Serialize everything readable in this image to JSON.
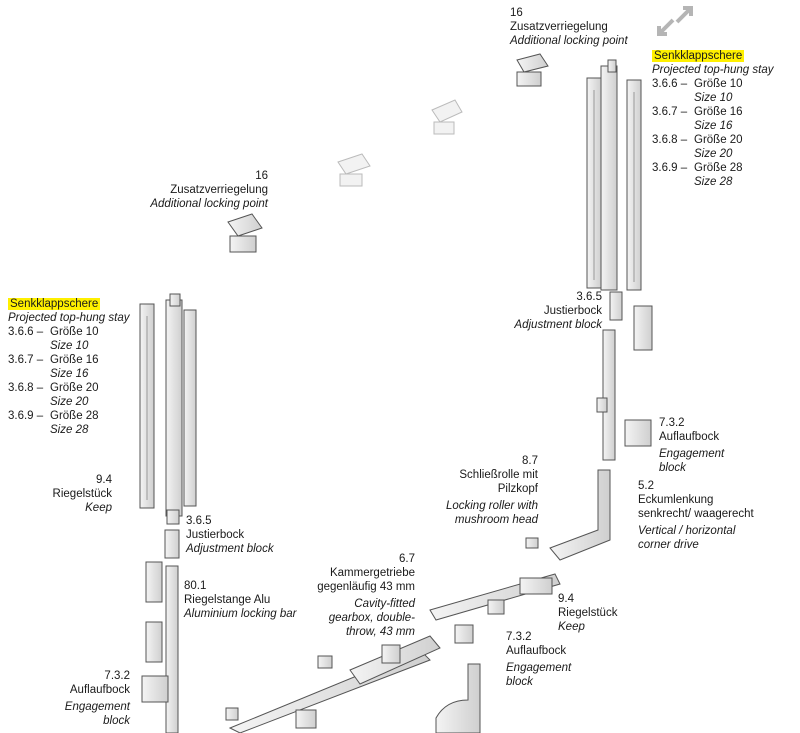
{
  "labels": {
    "tr_16_num": "16",
    "tr_16_de": "Zusatzverriegelung",
    "tr_16_en": "Additional locking point",
    "tr_stay_de": "Senkklappschere",
    "tr_stay_en": "Projected top-hung stay",
    "tr_sizes": [
      {
        "code": "3.6.6 –",
        "de": "Größe 10",
        "en": "Size 10"
      },
      {
        "code": "3.6.7 –",
        "de": "Größe 16",
        "en": "Size 16"
      },
      {
        "code": "3.6.8 –",
        "de": "Größe 20",
        "en": "Size 20"
      },
      {
        "code": "3.6.9 –",
        "de": "Größe 28",
        "en": "Size 28"
      }
    ],
    "mid_16_num": "16",
    "mid_16_de": "Zusatzverriegelung",
    "mid_16_en": "Additional locking point",
    "l_stay_de": "Senkklappschere",
    "l_stay_en": "Projected top-hung stay",
    "l_sizes": [
      {
        "code": "3.6.6 –",
        "de": "Größe 10",
        "en": "Size 10"
      },
      {
        "code": "3.6.7 –",
        "de": "Größe 16",
        "en": "Size 16"
      },
      {
        "code": "3.6.8 –",
        "de": "Größe 20",
        "en": "Size 20"
      },
      {
        "code": "3.6.9 –",
        "de": "Größe 28",
        "en": "Size 28"
      }
    ],
    "r_365_num": "3.6.5",
    "r_365_de": "Justierbock",
    "r_365_en": "Adjustment block",
    "l_94_num": "9.4",
    "l_94_de": "Riegelstück",
    "l_94_en": "Keep",
    "l_365_num": "3.6.5",
    "l_365_de": "Justierbock",
    "l_365_en": "Adjustment block",
    "l_801_num": "80.1",
    "l_801_de": "Riegelstange Alu",
    "l_801_en": "Aluminium locking bar",
    "r_732_num": "7.3.2",
    "r_732_de": "Auflaufbock",
    "r_732_en1": "Engagement",
    "r_732_en2": "block",
    "c_87_num": "8.7",
    "c_87_de1": "Schließrolle mit",
    "c_87_de2": "Pilzkopf",
    "c_87_en1": "Locking roller with",
    "c_87_en2": "mushroom head",
    "r_52_num": "5.2",
    "r_52_de1": "Eckumlenkung",
    "r_52_de2": "senkrecht/ waagerecht",
    "r_52_en1": "Vertical / horizontal",
    "r_52_en2": "corner drive",
    "c_67_num": "6.7",
    "c_67_de1": "Kammergetriebe",
    "c_67_de2": "gegenläufig 43 mm",
    "c_67_en1": "Cavity-fitted",
    "c_67_en2": "gearbox, double-",
    "c_67_en3": "throw, 43 mm",
    "c_94_num": "9.4",
    "c_94_de": "Riegelstück",
    "c_94_en": "Keep",
    "c_732_num": "7.3.2",
    "c_732_de": "Auflaufbock",
    "c_732_en1": "Engagement",
    "c_732_en2": "block",
    "l_732_num": "7.3.2",
    "l_732_de": "Auflaufbock",
    "l_732_en1": "Engagement",
    "l_732_en2": "block"
  },
  "icons": {
    "corner": "collapse-arrows-icon"
  },
  "colors": {
    "highlight": "#fff000",
    "line": "#555555",
    "fill": "#e6e6e6"
  }
}
